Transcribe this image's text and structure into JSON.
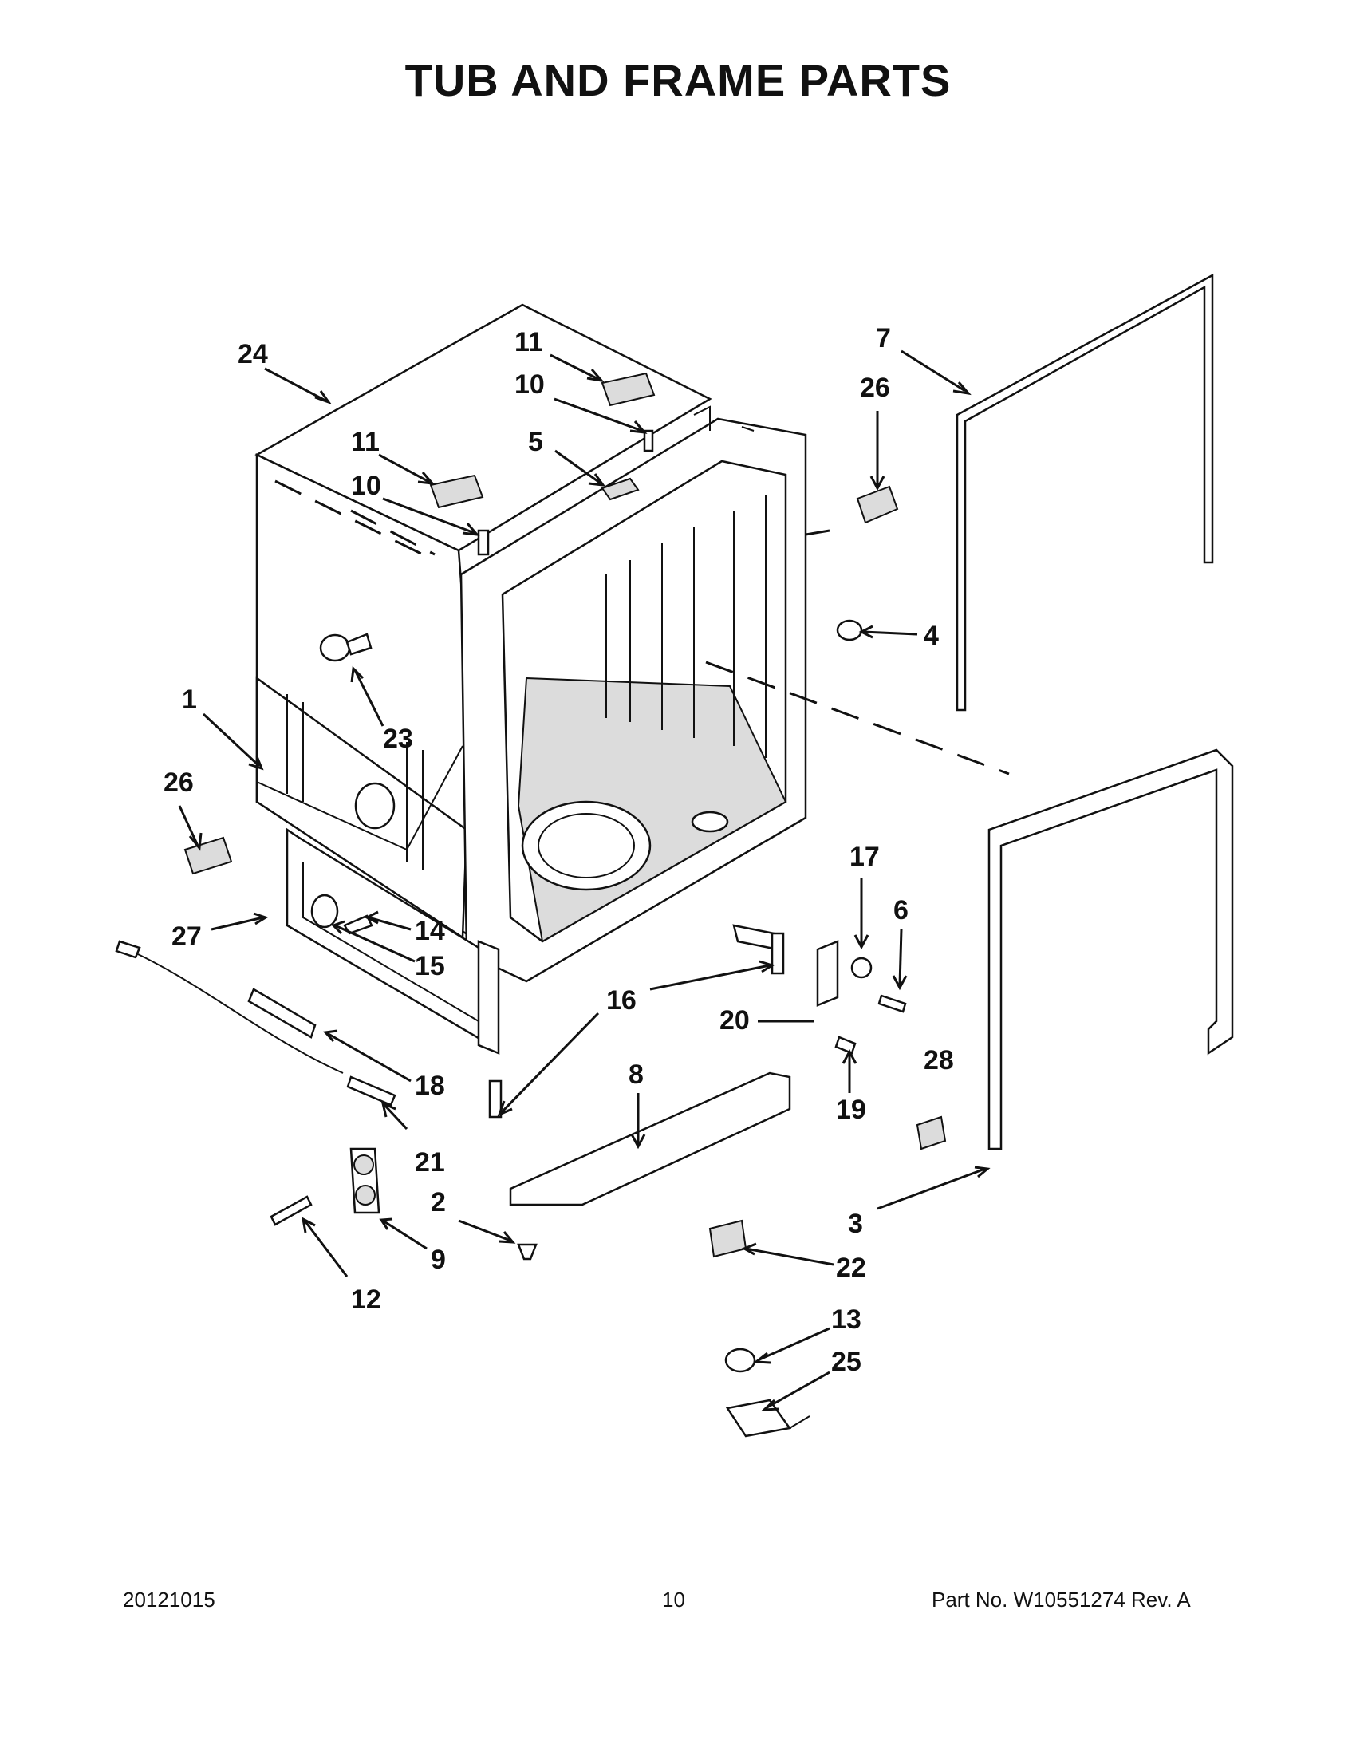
{
  "title": "TUB AND FRAME PARTS",
  "footer": {
    "date_code": "20121015",
    "page_number": "10",
    "part_number": "Part No.  W10551274  Rev.  A"
  },
  "callouts": [
    {
      "id": "callout-24",
      "label": "24"
    },
    {
      "id": "callout-11a",
      "label": "11"
    },
    {
      "id": "callout-10a",
      "label": "10"
    },
    {
      "id": "callout-11b",
      "label": "11"
    },
    {
      "id": "callout-10b",
      "label": "10"
    },
    {
      "id": "callout-5",
      "label": "5"
    },
    {
      "id": "callout-7",
      "label": "7"
    },
    {
      "id": "callout-26a",
      "label": "26"
    },
    {
      "id": "callout-4",
      "label": "4"
    },
    {
      "id": "callout-23",
      "label": "23"
    },
    {
      "id": "callout-1",
      "label": "1"
    },
    {
      "id": "callout-26b",
      "label": "26"
    },
    {
      "id": "callout-27",
      "label": "27"
    },
    {
      "id": "callout-14",
      "label": "14"
    },
    {
      "id": "callout-15",
      "label": "15"
    },
    {
      "id": "callout-17",
      "label": "17"
    },
    {
      "id": "callout-6",
      "label": "6"
    },
    {
      "id": "callout-16",
      "label": "16"
    },
    {
      "id": "callout-20",
      "label": "20"
    },
    {
      "id": "callout-18",
      "label": "18"
    },
    {
      "id": "callout-8",
      "label": "8"
    },
    {
      "id": "callout-28",
      "label": "28"
    },
    {
      "id": "callout-19",
      "label": "19"
    },
    {
      "id": "callout-21",
      "label": "21"
    },
    {
      "id": "callout-2",
      "label": "2"
    },
    {
      "id": "callout-3",
      "label": "3"
    },
    {
      "id": "callout-9",
      "label": "9"
    },
    {
      "id": "callout-22",
      "label": "22"
    },
    {
      "id": "callout-12",
      "label": "12"
    },
    {
      "id": "callout-13",
      "label": "13"
    },
    {
      "id": "callout-25",
      "label": "25"
    }
  ]
}
